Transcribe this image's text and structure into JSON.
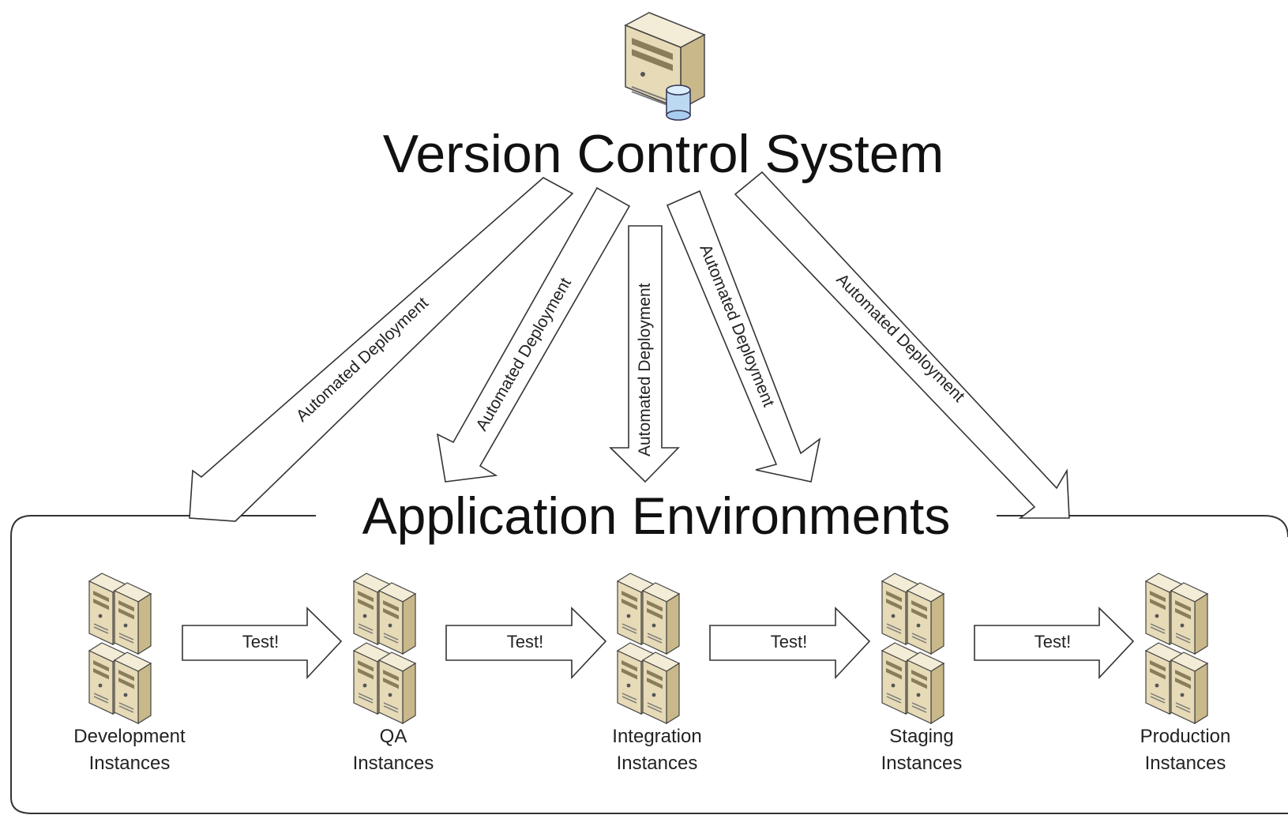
{
  "top": {
    "title": "Version Control System",
    "icon": "database-server-icon"
  },
  "deploy_label": "Automated Deployment",
  "deploy_count": 5,
  "environments": {
    "title": "Application Environments",
    "stages": [
      {
        "line1": "Development",
        "line2": "Instances",
        "icon": "server-cluster-icon"
      },
      {
        "line1": "QA",
        "line2": "Instances",
        "icon": "server-cluster-icon"
      },
      {
        "line1": "Integration",
        "line2": "Instances",
        "icon": "server-cluster-icon"
      },
      {
        "line1": "Staging",
        "line2": "Instances",
        "icon": "server-cluster-icon"
      },
      {
        "line1": "Production",
        "line2": "Instances",
        "icon": "server-cluster-icon"
      }
    ],
    "test_label": "Test!"
  },
  "colors": {
    "server_light": "#efe6cc",
    "server_mid": "#d9cba3",
    "server_dark": "#b9a878",
    "outline": "#333333",
    "db_blue": "#bcd9f2"
  }
}
